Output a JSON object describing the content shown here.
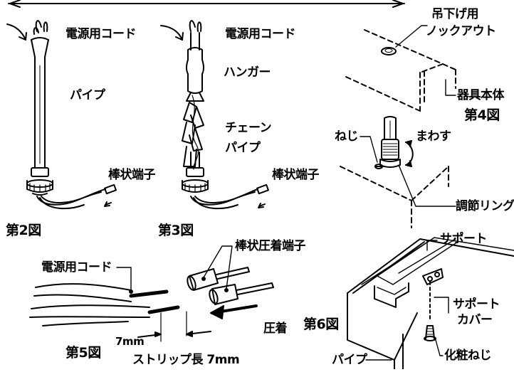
{
  "labels": {
    "fig2_power_cord": "電源用コード",
    "fig2_pipe": "パイプ",
    "fig2_terminal": "棒状端子",
    "fig2_title": "第2図",
    "fig3_power_cord": "電源用コード",
    "fig3_hanger": "ハンガー",
    "fig3_chain": "チェーン",
    "fig3_pipe": "パイプ",
    "fig3_terminal": "棒状端子",
    "fig3_title": "第3図",
    "fig4_knockout_1": "吊下げ用",
    "fig4_knockout_2": "ノックアウト",
    "fig4_body": "器具本体",
    "fig4_title": "第4図",
    "fig4_screw": "ねじ",
    "fig4_turn": "まわす",
    "fig4_ring": "調節リング",
    "fig5_power_cord": "電源用コード",
    "fig5_crimp_terminal": "棒状圧着端子",
    "fig5_crimp": "圧着",
    "fig5_title": "第5図",
    "fig5_dim": "7mm",
    "fig5_strip": "ストリップ長 7mm",
    "fig6_support": "サポート",
    "fig6_cover_1": "サポート",
    "fig6_cover_2": "カバー",
    "fig6_title": "第6図",
    "fig6_pipe": "パイプ",
    "fig6_screw": "化粧ねじ"
  }
}
